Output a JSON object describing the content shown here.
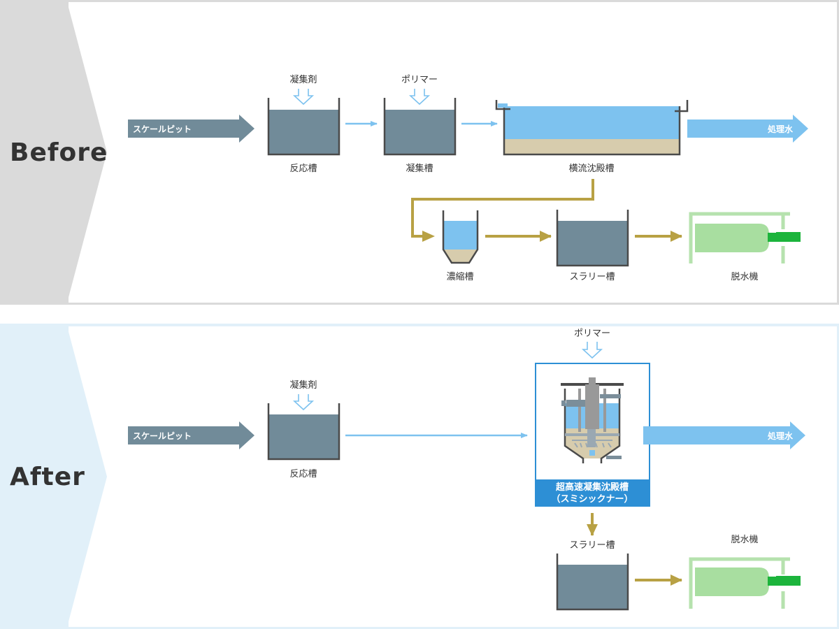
{
  "before": {
    "section_label": "Before",
    "input_arrow": "スケールピット",
    "output_arrow": "処理水",
    "coagulant": "凝集剤",
    "polymer": "ポリマー",
    "tank_reaction": "反応槽",
    "tank_coagulation": "凝集槽",
    "tank_sedimentation": "横流沈殿槽",
    "tank_thickener": "濃縮槽",
    "tank_slurry": "スラリー槽",
    "dewatering": "脱水機"
  },
  "after": {
    "section_label": "After",
    "input_arrow": "スケールピット",
    "output_arrow": "処理水",
    "coagulant": "凝集剤",
    "polymer": "ポリマー",
    "tank_reaction": "反応槽",
    "thickener_title": "超高速凝集沈殿槽",
    "thickener_subtitle": "（スミシックナー）",
    "tank_slurry": "スラリー槽",
    "dewatering": "脱水機"
  },
  "colors": {
    "before_bg": "#dadada",
    "after_bg": "#e1f0f9",
    "tank_fill": "#718b99",
    "water": "#7dc2ef",
    "sediment": "#d7ccad",
    "sludge_line": "#b8a144",
    "clear_line": "#7dc2ef",
    "dewater_body": "#a8dea0",
    "dewater_frame": "#b6e2ae",
    "dewater_motor": "#1cb43c",
    "thickener_border": "#2d8fd5",
    "thickener_label_bg": "#2d8fd5"
  }
}
